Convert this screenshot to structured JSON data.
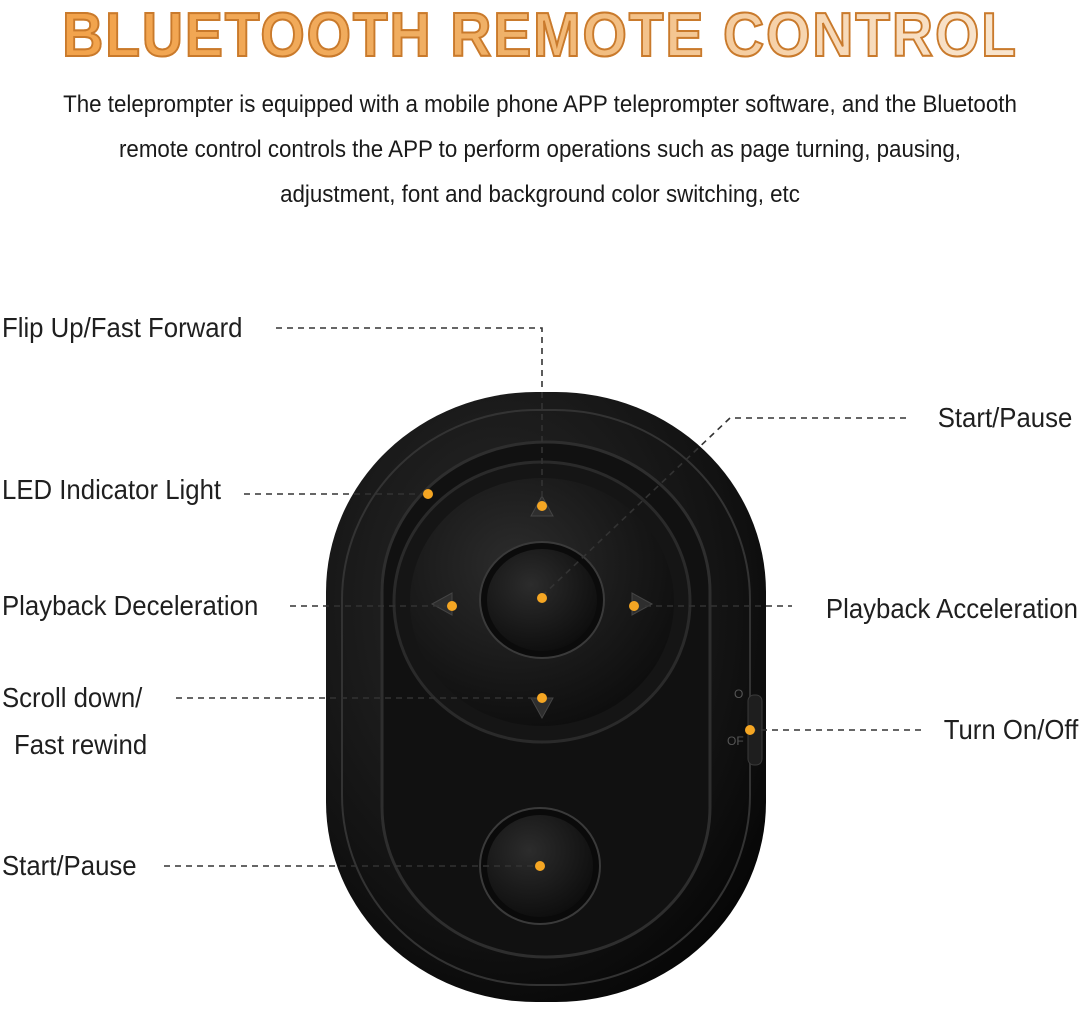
{
  "title": "BLUETOOTH REMOTE CONTROL",
  "description": [
    "The teleprompter is equipped with a mobile phone APP teleprompter software, and the Bluetooth",
    "remote control controls the APP to perform operations such as page turning, pausing,",
    "adjustment, font and background color switching, etc"
  ],
  "labels": {
    "flip_up": "Flip Up/Fast Forward",
    "led": "LED Indicator Light",
    "playback_decel": "Playback Deceleration",
    "scroll_down_1": "Scroll down/",
    "scroll_down_2": "Fast rewind",
    "start_pause_bottom": "Start/Pause",
    "start_pause_top": "Start/Pause",
    "playback_accel": "Playback Acceleration",
    "turn_on_off": "Turn On/Off"
  },
  "switch_text": {
    "on": "O",
    "off": "OF"
  },
  "colors": {
    "accent_dot": "#f5a623",
    "title_gradient_start": "#f2a24a",
    "title_gradient_end": "#f9e7d2",
    "remote_body": "#151515",
    "leader_line": "#333333"
  }
}
